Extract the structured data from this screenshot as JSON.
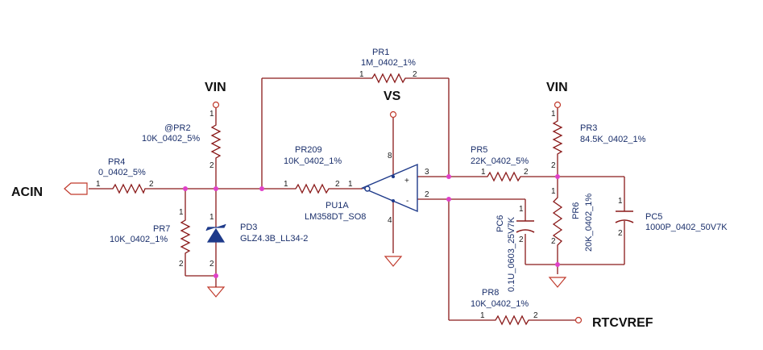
{
  "nets": {
    "acin": "ACIN",
    "vin_left": "VIN",
    "vin_right": "VIN",
    "vs": "VS",
    "rtcvref": "RTCVREF"
  },
  "components": {
    "pr1": {
      "ref": "PR1",
      "value": "1M_0402_1%",
      "pin1": "1",
      "pin2": "2"
    },
    "pr2": {
      "ref": "@PR2",
      "value": "10K_0402_5%",
      "pin1": "1",
      "pin2": "2"
    },
    "pr4": {
      "ref": "PR4",
      "value": "0_0402_5%",
      "pin1": "1",
      "pin2": "2"
    },
    "pr7": {
      "ref": "PR7",
      "value": "10K_0402_1%",
      "pin1": "1",
      "pin2": "2"
    },
    "pd3": {
      "ref": "PD3",
      "value": "GLZ4.3B_LL34-2",
      "pin1": "1",
      "pin2": "2"
    },
    "pr209": {
      "ref": "PR209",
      "value": "10K_0402_1%",
      "pin1": "1",
      "pin2": "2"
    },
    "pu1a": {
      "ref": "PU1A",
      "value": "LM358DT_SO8",
      "pin_in": "1",
      "pin_plus": "3",
      "pin_minus": "2",
      "pin_vcc": "8",
      "pin_gnd": "4",
      "plus_sign": "+",
      "minus_sign": "-",
      "out_pin": "1"
    },
    "pr5": {
      "ref": "PR5",
      "value": "22K_0402_5%",
      "pin1": "1",
      "pin2": "2"
    },
    "pr3": {
      "ref": "PR3",
      "value": "84.5K_0402_1%",
      "pin1": "1",
      "pin2": "2"
    },
    "pr6": {
      "ref": "PR6",
      "value": "20K_0402_1%",
      "pin1": "1",
      "pin2": "2"
    },
    "pc6": {
      "ref": "PC6",
      "value": "0.1U_0603_25V7K",
      "pin1": "1",
      "pin2": "2"
    },
    "pc5": {
      "ref": "PC5",
      "value": "1000P_0402_50V7K",
      "pin1": "1",
      "pin2": "2"
    },
    "pr8": {
      "ref": "PR8",
      "value": "10K_0402_1%",
      "pin1": "1",
      "pin2": "2"
    },
    "net3": {
      "label": "3"
    },
    "net2": {
      "label": "2"
    }
  },
  "colors": {
    "wire": "#8a1a1a",
    "junction": "#e040c8",
    "symbol": "#1e3a8a",
    "text": "#1a2f6b"
  }
}
